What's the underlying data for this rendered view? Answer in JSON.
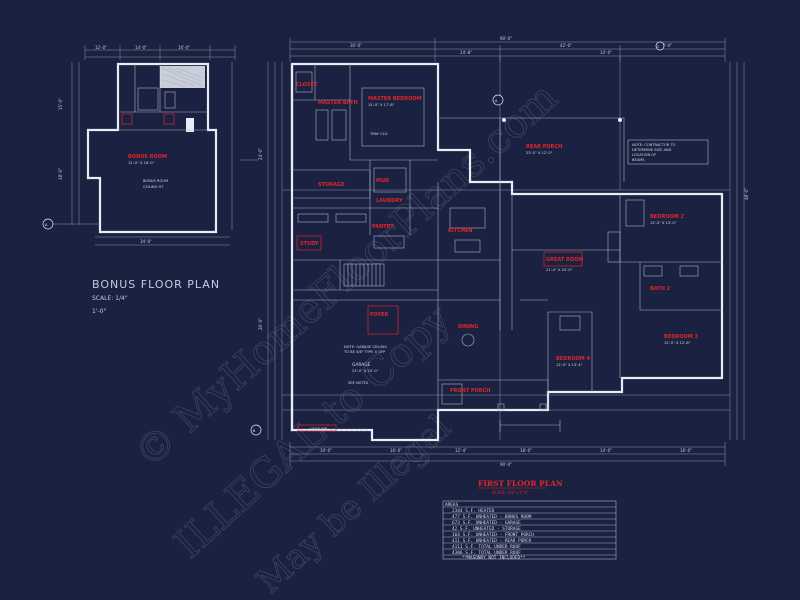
{
  "bonus_plan": {
    "title": "BONUS FLOOR PLAN",
    "scale": "SCALE: 1/4\"",
    "scale2": "1'-0\"",
    "rooms": [
      {
        "name": "BONUS ROOM"
      }
    ]
  },
  "first_floor": {
    "title": "FIRST FLOOR PLAN",
    "subtitle": "SCALE: 1/4\"=1'-0\"",
    "garage_label": "GARAGE",
    "rooms": [
      {
        "name": "MASTER BEDROOM"
      },
      {
        "name": "MASTER BATH"
      },
      {
        "name": "CLOSET"
      },
      {
        "name": "REAR PORCH"
      },
      {
        "name": "KITCHEN"
      },
      {
        "name": "GREAT ROOM"
      },
      {
        "name": "BEDROOM 2"
      },
      {
        "name": "BATH 2"
      },
      {
        "name": "BEDROOM 3"
      },
      {
        "name": "BEDROOM 4"
      },
      {
        "name": "DINING"
      },
      {
        "name": "FRONT PORCH"
      },
      {
        "name": "FOYER"
      },
      {
        "name": "STUDY"
      },
      {
        "name": "PANTRY"
      },
      {
        "name": "LAUNDRY"
      },
      {
        "name": "MUD"
      },
      {
        "name": "STORAGE"
      }
    ],
    "notes": [
      "NOTE: CONTRACTOR TO",
      "DETERMINE SIZE AND",
      "LOCATION OF",
      "BEAMS",
      "NOTE: GARAGE CEILING",
      "TO BE 5/8\" TYPE X GYP",
      "SEE NOTES",
      "HOSE BIB"
    ]
  },
  "areas": {
    "header": "AREAS",
    "rows": [
      "2344 S.F. HEATED",
      "477 S.F. UNHEATED - BONUS ROOM",
      "673 S.F. UNHEATED - GARAGE",
      "42 S.F. UNHEATED - STORAGE",
      "164 S.F. UNHEATED - FRONT PORCH",
      "411 S.F. UNHEATED - REAR PORCH",
      "4111 S.F. TOTAL UNDER ROOF",
      "4306 S.F. TOTAL UNDER ROOF",
      "**MASONRY NOT INCLUDED**"
    ]
  },
  "watermark": {
    "line1": "© MyHomeFloorPlans.com",
    "line2": "ILLEGAL to Copy",
    "line3": "May be Illegal"
  },
  "section_markers": [
    "A",
    "B",
    "C"
  ],
  "colors": {
    "background": "#1b2140",
    "walls": "#e8ecf4",
    "labels": "#e0262a"
  }
}
